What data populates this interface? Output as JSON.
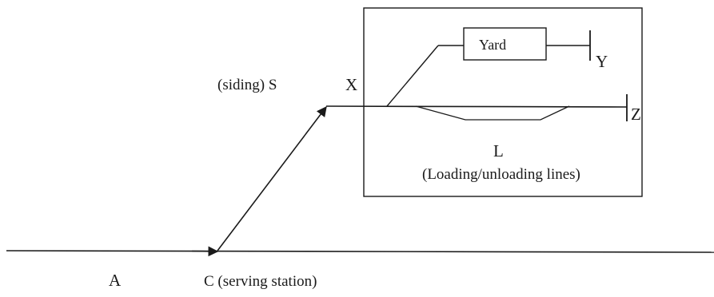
{
  "labels": {
    "siding": "(siding) S",
    "x": "X",
    "yard": "Yard",
    "y": "Y",
    "z": "Z",
    "l": "L",
    "loading_lines": "(Loading/unloading lines)",
    "a": "A",
    "c": "C (serving station)"
  },
  "colors": {
    "line": "#1a1a1a",
    "background": "#ffffff"
  }
}
